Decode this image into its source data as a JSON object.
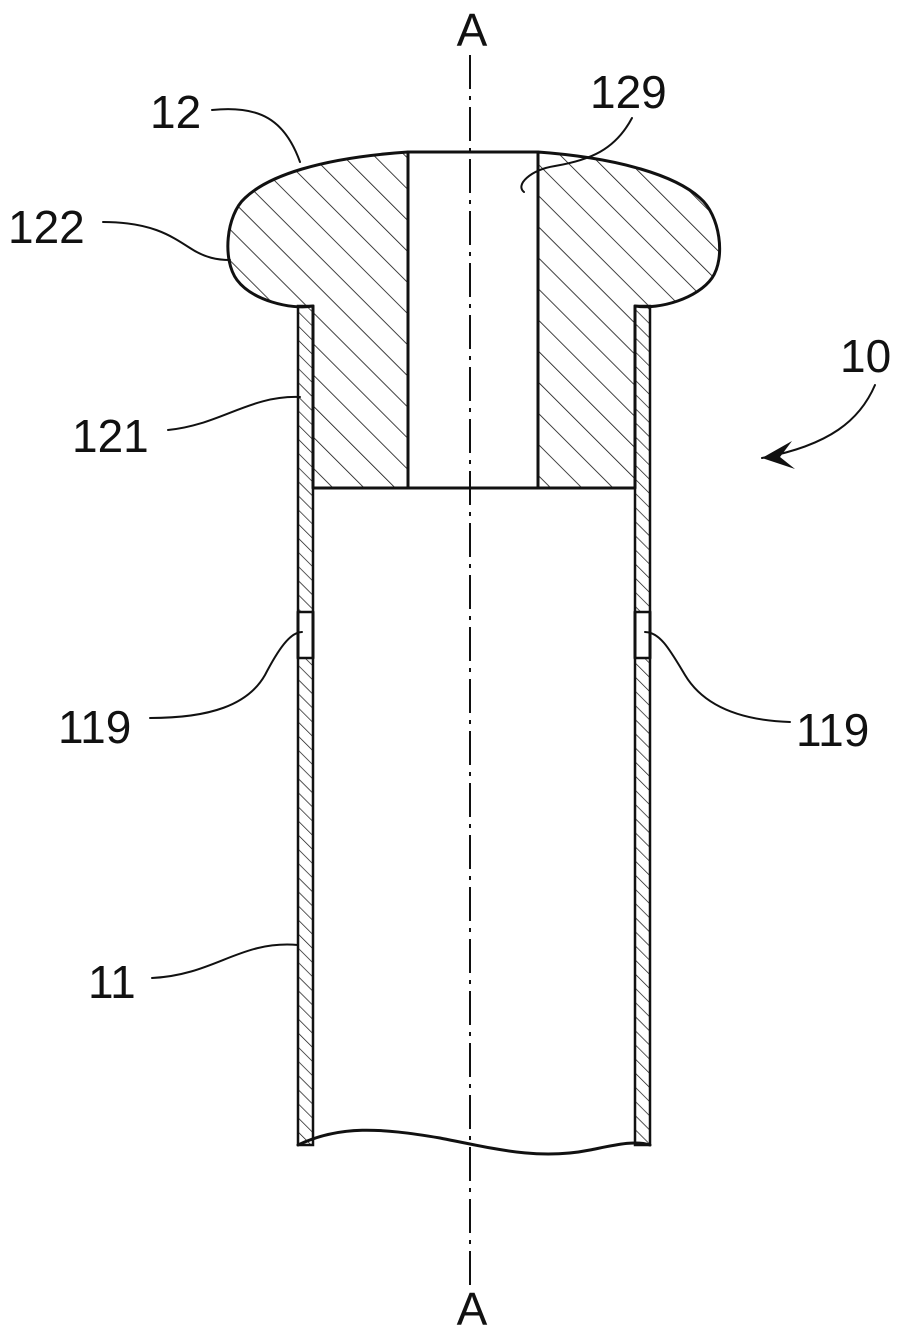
{
  "axis_label_top": "A",
  "axis_label_bottom": "A",
  "labels": {
    "cap": "12",
    "bore": "129",
    "flange": "122",
    "assembly": "10",
    "shank": "121",
    "hole_left": "119",
    "hole_right": "119",
    "tube": "11"
  }
}
